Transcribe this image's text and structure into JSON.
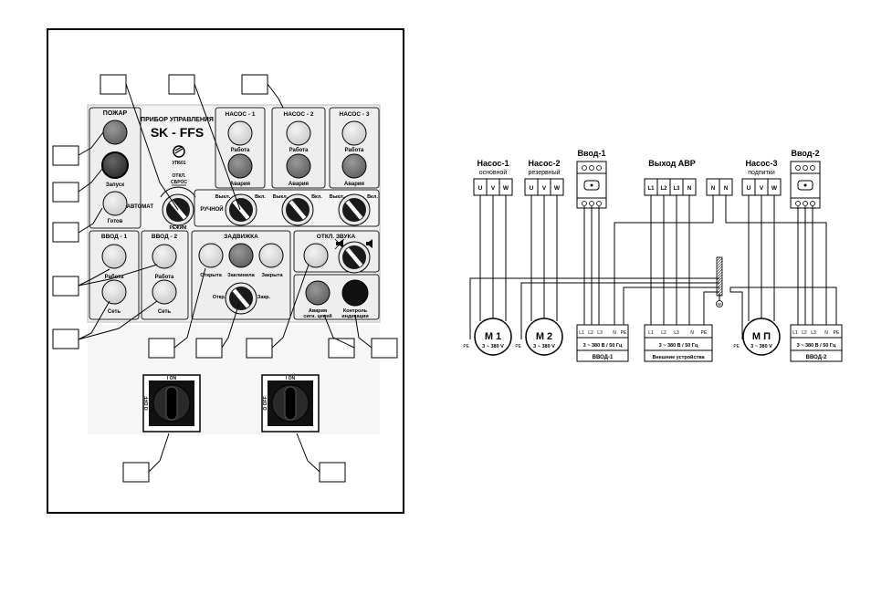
{
  "panel": {
    "title": "ПРИБОР УПРАВЛЕНИЯ",
    "model": "SK - FFS",
    "code": "УП601",
    "fire_section": {
      "header": "ПОЖАР",
      "start": "Запуск",
      "ready": "Готов"
    },
    "mode": {
      "auto": "АВТОМАТ",
      "manual": "РУЧНОЙ",
      "mode": "РЕЖИМ",
      "reset_line1": "ОТКЛ.",
      "reset_line2": "СБРОС"
    },
    "pumps": [
      {
        "header": "НАСОС - 1",
        "work": "Работа",
        "alarm": "Авария",
        "off": "Выкл.",
        "on": "Вкл."
      },
      {
        "header": "НАСОС - 2",
        "work": "Работа",
        "alarm": "Авария",
        "off": "Выкл.",
        "on": "Вкл."
      },
      {
        "header": "НАСОС - 3",
        "work": "Работа",
        "alarm": "Авария",
        "off": "Выкл.",
        "on": "Вкл."
      }
    ],
    "inputs": [
      {
        "header": "ВВОД - 1",
        "work": "Работа",
        "net": "Сеть"
      },
      {
        "header": "ВВОД - 2",
        "work": "Работа",
        "net": "Сеть"
      }
    ],
    "valve": {
      "header": "ЗАДВИЖКА",
      "open": "Открыта",
      "jammed": "Заклинила",
      "closed": "Закрыта",
      "open_cmd": "Откр.",
      "close_cmd": "Закр."
    },
    "sound": {
      "header": "ОТКЛ. ЗВУКА"
    },
    "alarm_circuits": {
      "line1": "Авария",
      "line2": "сигн. цепей"
    },
    "indication": {
      "line1": "Контроль",
      "line2": "индикации"
    },
    "switches": [
      {
        "on": "I ON",
        "off": "O OFF"
      },
      {
        "on": "I ON",
        "off": "O OFF"
      }
    ]
  },
  "wiring": {
    "pump1": {
      "title": "Насос-1",
      "sub": "основной",
      "terminals": [
        "U",
        "V",
        "W"
      ],
      "motor": "М 1",
      "rating": "3 ~ 380 V",
      "pe": "PE"
    },
    "pump2": {
      "title": "Насос-2",
      "sub": "резервный",
      "terminals": [
        "U",
        "V",
        "W"
      ],
      "motor": "М 2",
      "rating": "3 ~ 380 V",
      "pe": "PE"
    },
    "input1": {
      "title": "Ввод-1",
      "terminals": [
        "L1",
        "L2",
        "L3",
        "N",
        "PE"
      ],
      "rating": "3 ~ 380 В / 50 Гц",
      "caption": "ВВОД-1"
    },
    "avr_out": {
      "title": "Выход АВР",
      "terminals": [
        "L1",
        "L2",
        "L3",
        "N"
      ],
      "terminals_in": [
        "L1",
        "L2",
        "L3",
        "N",
        "PE"
      ],
      "rating": "3 ~ 380 В / 50 Гц",
      "caption": "Внешние устройства"
    },
    "n_terms": [
      "N",
      "N"
    ],
    "pump3": {
      "title": "Насос-3",
      "sub": "подпитки",
      "terminals": [
        "U",
        "V",
        "W"
      ],
      "motor": "М П",
      "rating": "3 ~ 380 V",
      "pe": "PE"
    },
    "input2": {
      "title": "Ввод-2",
      "terminals": [
        "L1",
        "L2",
        "L3",
        "N",
        "PE"
      ],
      "rating": "3 ~ 380 В / 50 Гц",
      "caption": "ВВОД-2"
    }
  },
  "colors": {
    "lamp_light": "#dedede",
    "lamp_mid": "#7a7a7a",
    "lamp_dark": "#3a3a3a",
    "lamp_black": "#111111",
    "panel_bg": "#f4f4f4"
  }
}
